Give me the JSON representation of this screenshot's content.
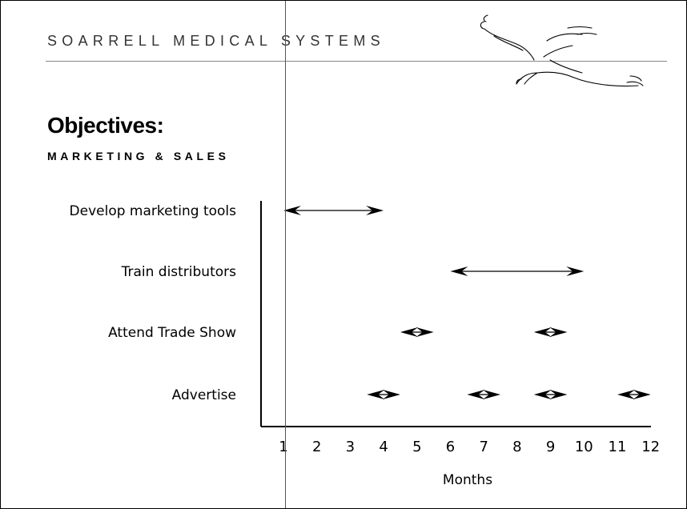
{
  "header": {
    "company": "SOARRELL MEDICAL SYSTEMS",
    "logo_icon": "soaring-bird-icon"
  },
  "title": "Objectives:",
  "subtitle": "MARKETING & SALES",
  "chart_data": {
    "type": "gantt",
    "categories": [
      "Develop marketing tools",
      "Train distributors",
      "Attend Trade Show",
      "Advertise"
    ],
    "tasks": [
      {
        "category": "Develop marketing tools",
        "start": 1,
        "end": 4
      },
      {
        "category": "Train distributors",
        "start": 6,
        "end": 10
      },
      {
        "category": "Attend Trade Show",
        "start": 4.5,
        "end": 5.5
      },
      {
        "category": "Attend Trade Show",
        "start": 8.5,
        "end": 9.5
      },
      {
        "category": "Advertise",
        "start": 3.5,
        "end": 4.5
      },
      {
        "category": "Advertise",
        "start": 6.5,
        "end": 7.5
      },
      {
        "category": "Advertise",
        "start": 8.5,
        "end": 9.5
      },
      {
        "category": "Advertise",
        "start": 11,
        "end": 12
      }
    ],
    "x_ticks": [
      "1",
      "2",
      "3",
      "4",
      "5",
      "6",
      "7",
      "8",
      "9",
      "10",
      "11",
      "12"
    ],
    "xlabel": "Months",
    "ylabel": "",
    "xlim": [
      1,
      12
    ],
    "grid": false
  },
  "colors": {
    "text": "#000000",
    "rule": "#888888"
  }
}
